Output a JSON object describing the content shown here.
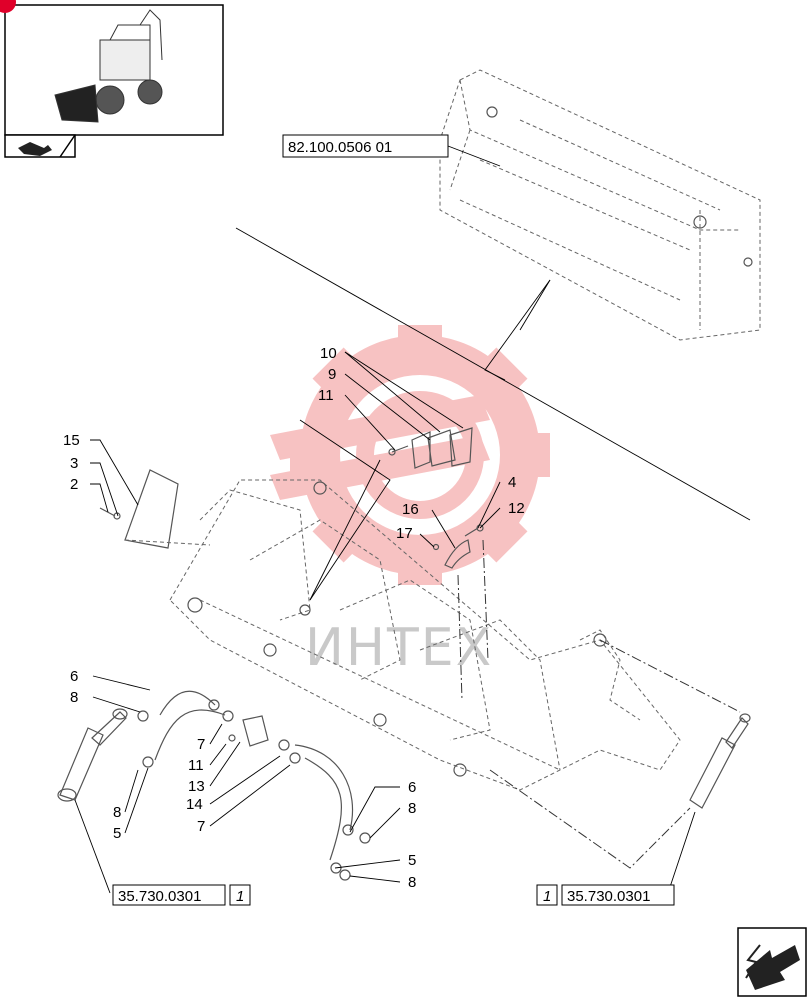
{
  "references": {
    "bucket_group": "82.100.0506 01",
    "cylinder_left": "35.730.0301",
    "cylinder_left_sheet": "1",
    "cylinder_right": "35.730.0301",
    "cylinder_right_sheet": "1"
  },
  "callouts": {
    "c10": "10",
    "c9": "9",
    "c11a": "11",
    "c15": "15",
    "c3": "3",
    "c2": "2",
    "c4": "4",
    "c16": "16",
    "c12": "12",
    "c17": "17",
    "c6a": "6",
    "c8a": "8",
    "c7a": "7",
    "c11b": "11",
    "c13": "13",
    "c14": "14",
    "c7b": "7",
    "c8b": "8",
    "c5a": "5",
    "c6b": "6",
    "c8c": "8",
    "c5b": "5",
    "c8d": "8"
  },
  "watermark": "ИНТЕХ",
  "colors": {
    "watermark_red": "#f6b8b8",
    "line": "#000000",
    "part": "#555555"
  },
  "icons": {
    "thumbnail": "backhoe-loader-thumbnail",
    "page_marker": "red-page-marker",
    "flow": "hand-arrow-icon",
    "next": "next-page-arrow-icon"
  }
}
